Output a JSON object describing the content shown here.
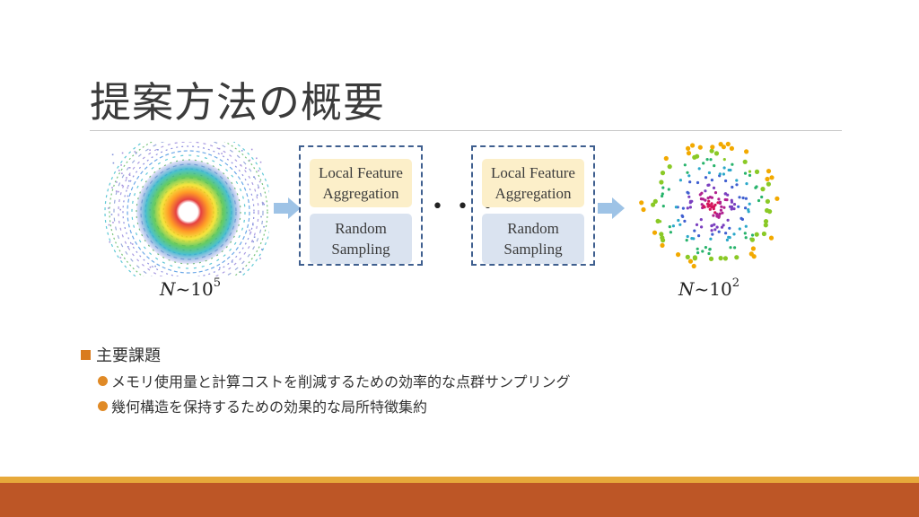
{
  "slide": {
    "title": "提案方法の概要"
  },
  "diagram": {
    "stages": [
      {
        "feature_label_1": "Local Feature",
        "feature_label_2": "Aggregation",
        "sampling_label_1": "Random",
        "sampling_label_2": "Sampling"
      },
      {
        "feature_label_1": "Local Feature",
        "feature_label_2": "Aggregation",
        "sampling_label_1": "Random",
        "sampling_label_2": "Sampling"
      }
    ],
    "ellipsis": "• • •",
    "input_label": {
      "var": "N",
      "tilde": "~10",
      "exp": "5"
    },
    "output_label": {
      "var": "N",
      "tilde": "~10",
      "exp": "2"
    },
    "colors": {
      "dashed_border": "#3f5f8f",
      "feature_box": "#fcefc9",
      "sampling_box": "#dae3f0",
      "arrow": "#9ec3e6"
    }
  },
  "bullets": {
    "heading": "主要課題",
    "items": [
      "メモリ使用量と計算コストを削減するための効率的な点群サンプリング",
      "幾何構造を保持するための効果的な局所特徴集約"
    ]
  },
  "footer": {
    "colors": {
      "accent": "#e7a93a",
      "band": "#bd5626"
    }
  }
}
